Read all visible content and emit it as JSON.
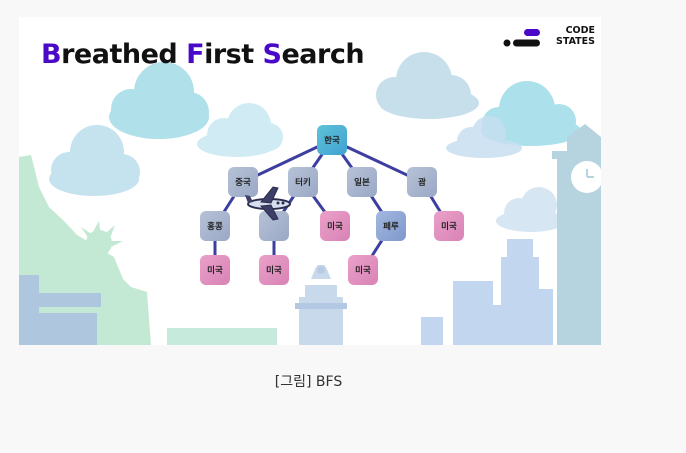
{
  "figure": {
    "title_parts": [
      {
        "cap": "B",
        "rest": "reathed "
      },
      {
        "cap": "F",
        "rest": "irst "
      },
      {
        "cap": "S",
        "rest": "earch"
      }
    ],
    "logo": {
      "line1": "CODE",
      "line2": "STATES"
    },
    "colors": {
      "accent": "#4a08c8",
      "edge": "#3d3fa0",
      "root_node": "#4cb2d6",
      "level1_node": "#a6b4cf",
      "pink_node": "#e28fbf",
      "blue_node": "#8fa8d6"
    },
    "tree": {
      "nodes": [
        {
          "id": "n0",
          "label": "한국",
          "style": "root"
        },
        {
          "id": "n1",
          "label": "중국",
          "style": "grey"
        },
        {
          "id": "n2",
          "label": "터키",
          "style": "grey"
        },
        {
          "id": "n3",
          "label": "일본",
          "style": "grey"
        },
        {
          "id": "n4",
          "label": "괌",
          "style": "grey"
        },
        {
          "id": "n5",
          "label": "홍콩",
          "style": "grey"
        },
        {
          "id": "n6",
          "label": "",
          "style": "grey"
        },
        {
          "id": "n7",
          "label": "미국",
          "style": "pink"
        },
        {
          "id": "n8",
          "label": "페루",
          "style": "blue"
        },
        {
          "id": "n9",
          "label": "미국",
          "style": "pink"
        },
        {
          "id": "n10",
          "label": "미국",
          "style": "pink"
        },
        {
          "id": "n11",
          "label": "미국",
          "style": "pink"
        },
        {
          "id": "n12",
          "label": "미국",
          "style": "pink"
        }
      ],
      "edges": [
        [
          "n0",
          "n1"
        ],
        [
          "n0",
          "n2"
        ],
        [
          "n0",
          "n3"
        ],
        [
          "n0",
          "n4"
        ],
        [
          "n1",
          "n5"
        ],
        [
          "n2",
          "n6"
        ],
        [
          "n2",
          "n7"
        ],
        [
          "n3",
          "n8"
        ],
        [
          "n4",
          "n9"
        ],
        [
          "n5",
          "n10"
        ],
        [
          "n6",
          "n11"
        ],
        [
          "n8",
          "n12"
        ]
      ]
    },
    "icons": [
      "cloud-icon",
      "statue-of-liberty-icon",
      "lighthouse-icon",
      "clock-tower-icon",
      "skyline-icon",
      "airplane-icon"
    ]
  },
  "caption": "[그림] BFS"
}
